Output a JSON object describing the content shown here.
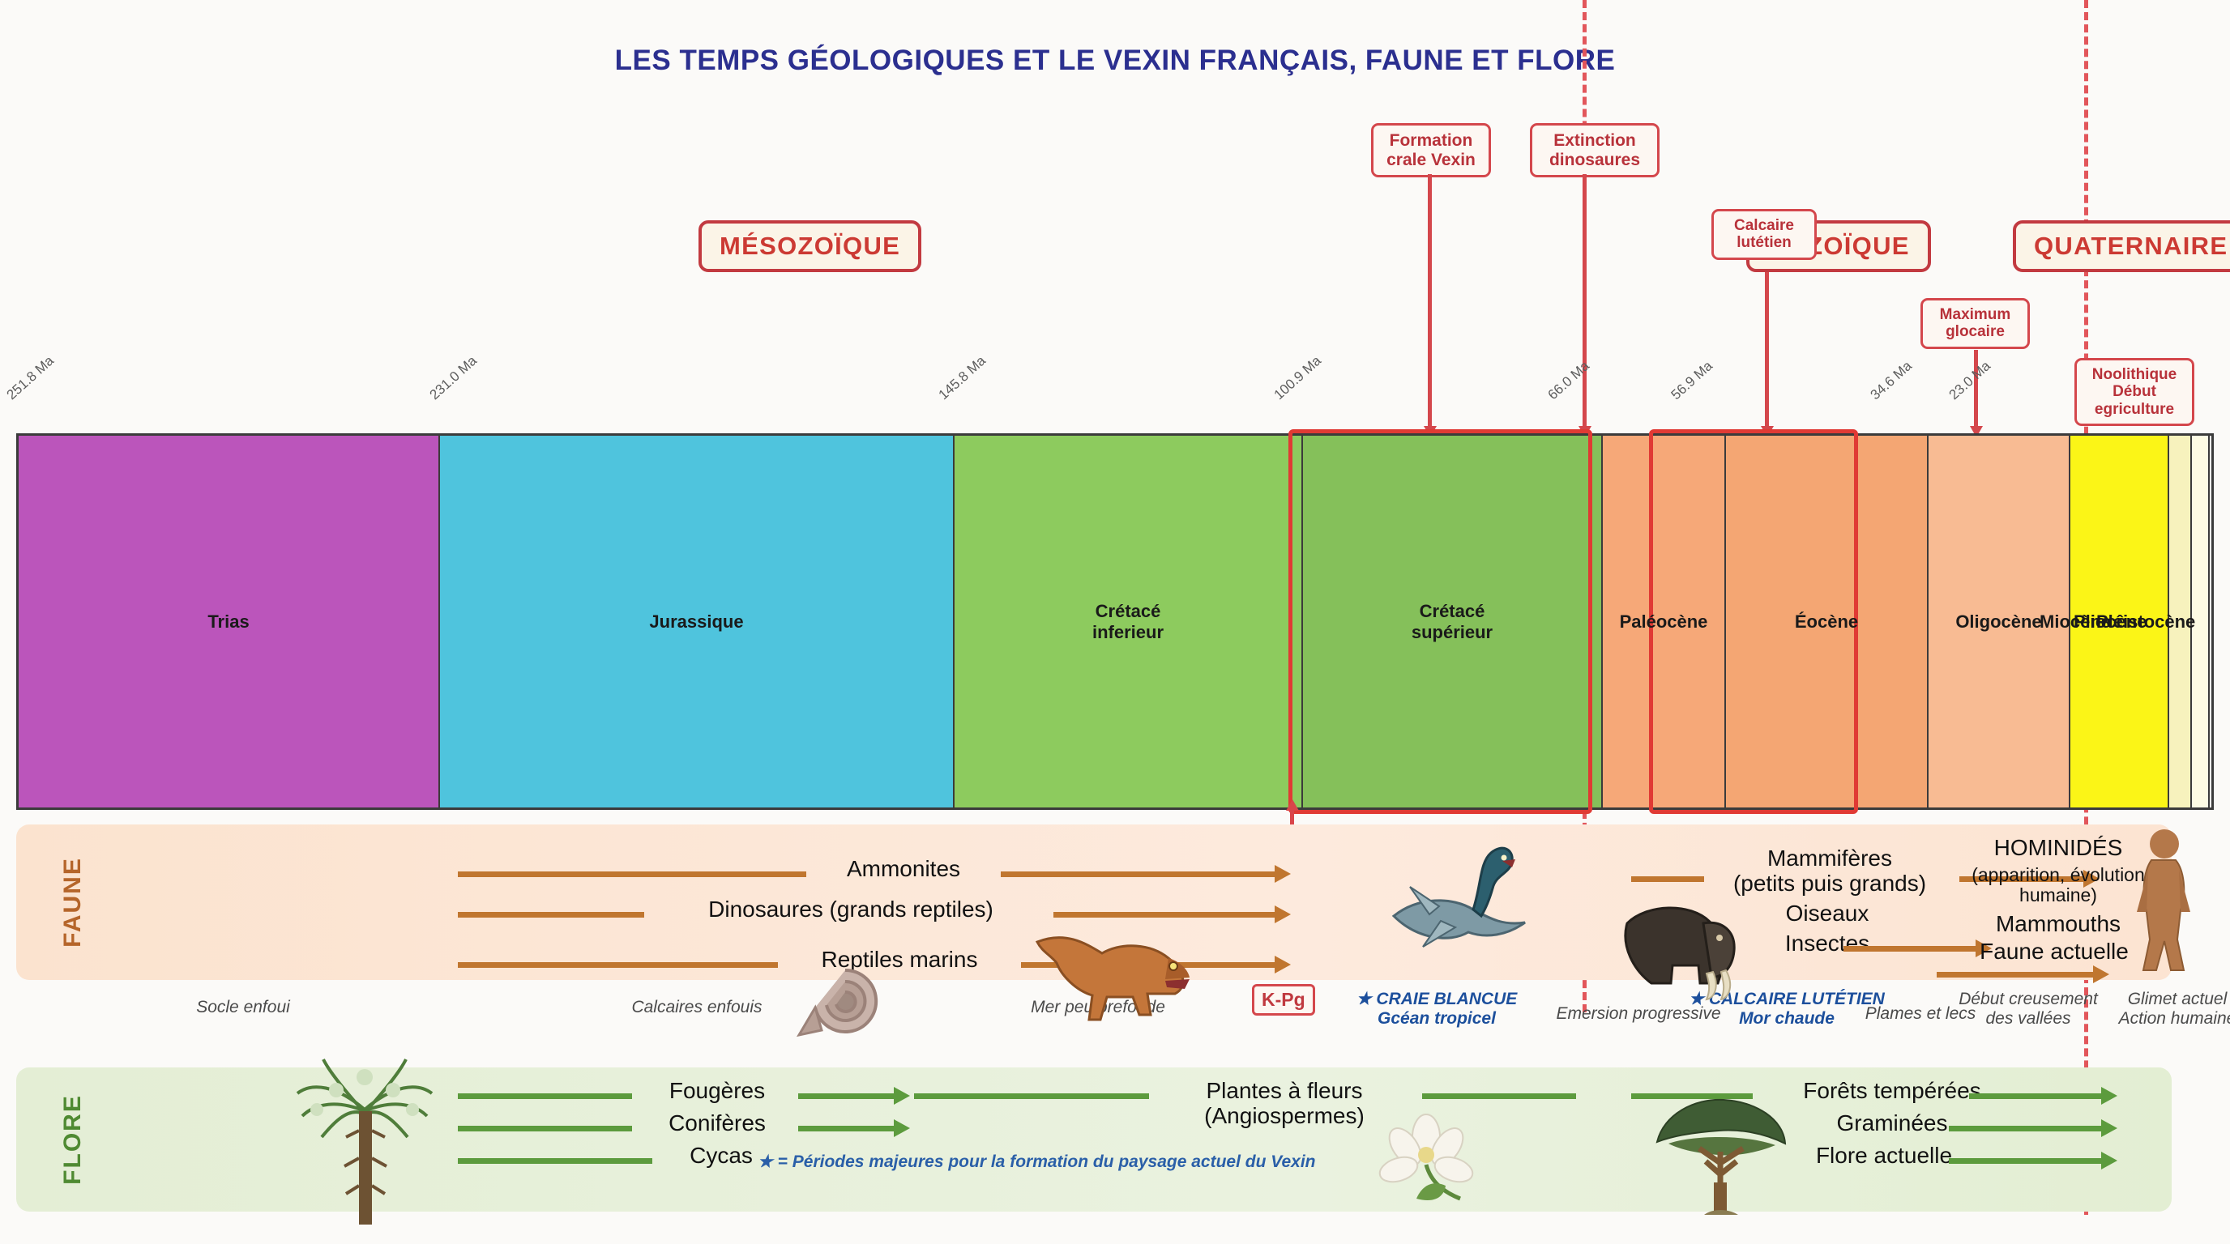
{
  "title": "LES TEMPS GÉOLOGIQUES ET LE VEXIN FRANÇAIS, FAUNE ET FLORE",
  "eras": [
    {
      "label": "MÉSOZOÏQUE"
    },
    {
      "label": "NOZOÏQUE"
    },
    {
      "label": "QUATERNAIRE"
    }
  ],
  "callouts": [
    {
      "label": "Formation\ncrale Vexin"
    },
    {
      "label": "Extinction\ndinosaures"
    },
    {
      "label": "Calcaire\nlutétien"
    },
    {
      "label": "Maximum\nglocaire"
    },
    {
      "label": "Noolithique\nDébut\negriculture"
    }
  ],
  "boundaries": [
    {
      "label": "251.8 Ma"
    },
    {
      "label": "231.0 Ma"
    },
    {
      "label": "145.8 Ma"
    },
    {
      "label": "100.9 Ma"
    },
    {
      "label": "66.0 Ma"
    },
    {
      "label": "56.9 Ma"
    },
    {
      "label": "34.6 Ma"
    },
    {
      "label": "23.0 Ma"
    }
  ],
  "periods": [
    {
      "name": "Trias",
      "color": "#bb55bb"
    },
    {
      "name": "Jurassique",
      "color": "#4fc4dd"
    },
    {
      "name": "Crétacé\ninferieur",
      "color": "#8dcb5e"
    },
    {
      "name": "Crétacé\nsupérieur",
      "color": "#85c05a"
    },
    {
      "name": "Paléocène",
      "color": "#f6a878"
    },
    {
      "name": "Éocène",
      "color": "#f4a673"
    },
    {
      "name": "Oligocène",
      "color": "#f8bb93"
    },
    {
      "name": "Miocène",
      "color": "#fbf517"
    },
    {
      "name": "Pliocène",
      "color": "#f7f2bd"
    },
    {
      "name": "Pléistocène",
      "color": "#fdfbe4"
    },
    {
      "name": "",
      "color": "#ffffff"
    }
  ],
  "kpg": {
    "label": "K-Pg"
  },
  "faune": {
    "title": "FAUNE",
    "labels": [
      "Ammonites",
      "Dinosaures (grands reptiles)",
      "Reptiles marins",
      "Mammifères\n(petits puis grands)",
      "Oiseaux",
      "Insectes",
      "HOMINIDÉS",
      "(apparition, évolution\nhumaine)",
      "Mammouths",
      "Faune actuelle"
    ]
  },
  "flore": {
    "title": "FLORE",
    "labels": [
      "Fougères",
      "Conifères",
      "Cycas",
      "Plantes à fleurs\n(Angiospermes)",
      "Forêts tempérées",
      "Graminées",
      "Flore actuelle"
    ]
  },
  "captions": [
    {
      "text": "Socle enfoui"
    },
    {
      "text": "Calcaires enfouis"
    },
    {
      "text": "Mer peu prefonde"
    },
    {
      "text": "★ CRAIE BLANCUE\nGcéan tropicel"
    },
    {
      "text": "Emersion progressive"
    },
    {
      "text": "★ CALCAIRE LUTÉTIEN\nMor chaude"
    },
    {
      "text": "Plames et lecs"
    },
    {
      "text": "Début creusement\ndes vallées"
    },
    {
      "text": "Glimet actuel\nAction humaine"
    }
  ],
  "legend_note": "★ = Périodes majeures pour la formation du paysage actuel du Vexin",
  "colors": {
    "title": "#2b2f8f",
    "accent_red": "#d4474c",
    "faune": "#b5652a",
    "flore": "#4f8a32",
    "blue_caption": "#1c4f9c"
  }
}
